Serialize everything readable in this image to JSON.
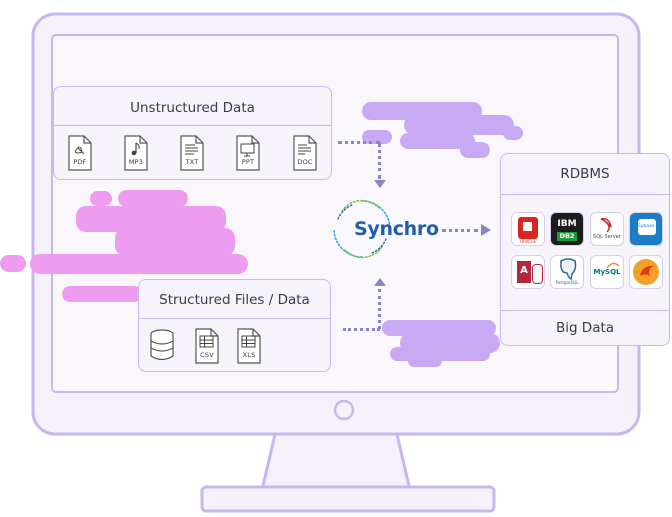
{
  "panels": {
    "unstructured": {
      "title": "Unstructured Data",
      "files": [
        {
          "label": "PDF",
          "icon": "pdf-file-icon"
        },
        {
          "label": "MP3",
          "icon": "mp3-file-icon"
        },
        {
          "label": "TXT",
          "icon": "txt-file-icon"
        },
        {
          "label": "PPT",
          "icon": "ppt-file-icon"
        },
        {
          "label": "DOC",
          "icon": "doc-file-icon"
        }
      ]
    },
    "structured": {
      "title": "Structured Files / Data",
      "files": [
        {
          "label": "",
          "icon": "database-icon"
        },
        {
          "label": "CSV",
          "icon": "csv-file-icon"
        },
        {
          "label": "XLS",
          "icon": "xls-file-icon"
        }
      ]
    },
    "rdbms": {
      "title": "RDBMS",
      "footer": "Big Data",
      "logos": [
        {
          "name": "oracle-logo",
          "text": "ORACLE"
        },
        {
          "name": "ibm-db2-logo",
          "text": "IBM",
          "sub": "DB2"
        },
        {
          "name": "sql-server-logo",
          "text": "SQL Server"
        },
        {
          "name": "sybase-logo",
          "text": "Sybase"
        },
        {
          "name": "ms-access-logo",
          "text": "A"
        },
        {
          "name": "postgresql-logo",
          "text": "PostgreSQL"
        },
        {
          "name": "mysql-logo",
          "text": "MySQL"
        },
        {
          "name": "firebird-logo",
          "text": ""
        }
      ]
    }
  },
  "center": {
    "brand": "Synchro"
  },
  "colors": {
    "monitor_fill": "#f5f1fb",
    "monitor_stroke": "#c8b6ee",
    "pink": "#ee9cf0",
    "purple": "#c8a9f4",
    "arrow": "#8a83c8",
    "brand_blue": "#1f5fa8"
  }
}
